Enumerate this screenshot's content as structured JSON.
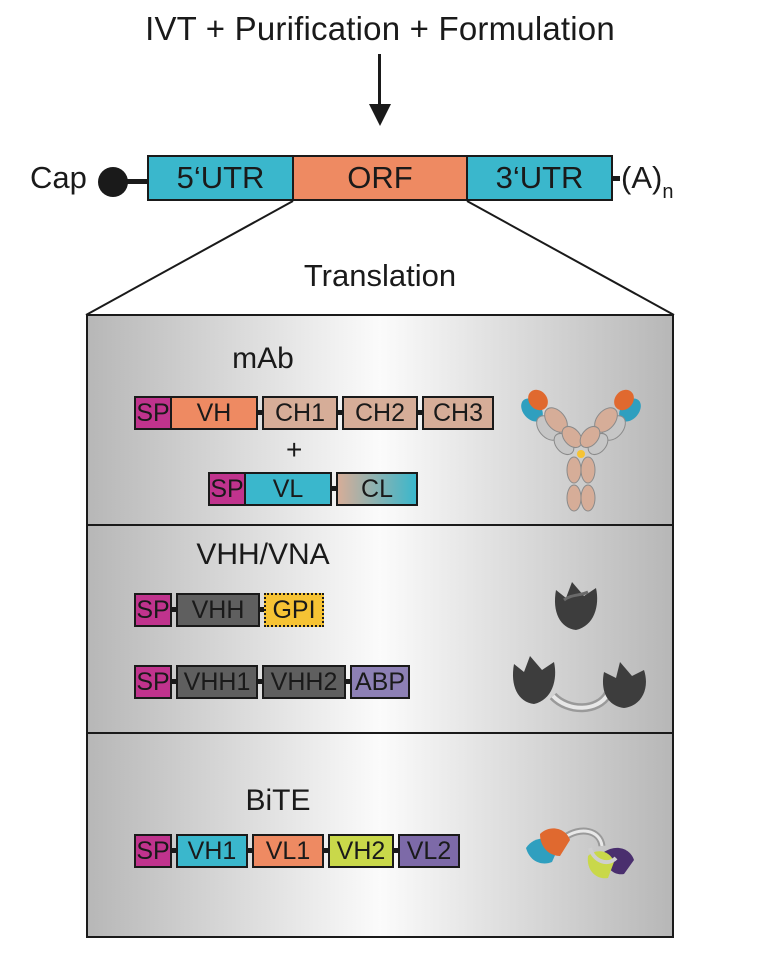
{
  "header": {
    "title": "IVT + Purification + Formulation"
  },
  "mrna": {
    "cap": "Cap",
    "utr5": "5‘UTR",
    "orf": "ORF",
    "utr3": "3‘UTR",
    "polya": "(A)",
    "polya_sub": "n"
  },
  "translation": "Translation",
  "panels": {
    "mab": {
      "title": "mAb",
      "heavy": [
        "SP",
        "VH",
        "CH1",
        "CH2",
        "CH3"
      ],
      "plus": "+",
      "light": [
        "SP",
        "VL",
        "CL"
      ]
    },
    "vhh": {
      "title": "VHH/VNA",
      "row1": [
        "SP",
        "VHH",
        "GPI"
      ],
      "row2": [
        "SP",
        "VHH1",
        "VHH2",
        "ABP"
      ]
    },
    "bite": {
      "title": "BiTE",
      "row": [
        "SP",
        "VH1",
        "VL1",
        "VH2",
        "VL2"
      ]
    }
  },
  "colors": {
    "utr": "#3ab7cc",
    "orf": "#ee8a62",
    "sp": "#c0338d",
    "vh": "#ee8a62",
    "constant_heavy": "#d6ad98",
    "vl": "#3ab7cc",
    "vhh": "#5f5f5f",
    "gpi": "#f6c334",
    "abp": "#8d80b5",
    "vl1": "#ee8a62",
    "vh2": "#c9d84a",
    "vl2": "#7d6aa8"
  }
}
